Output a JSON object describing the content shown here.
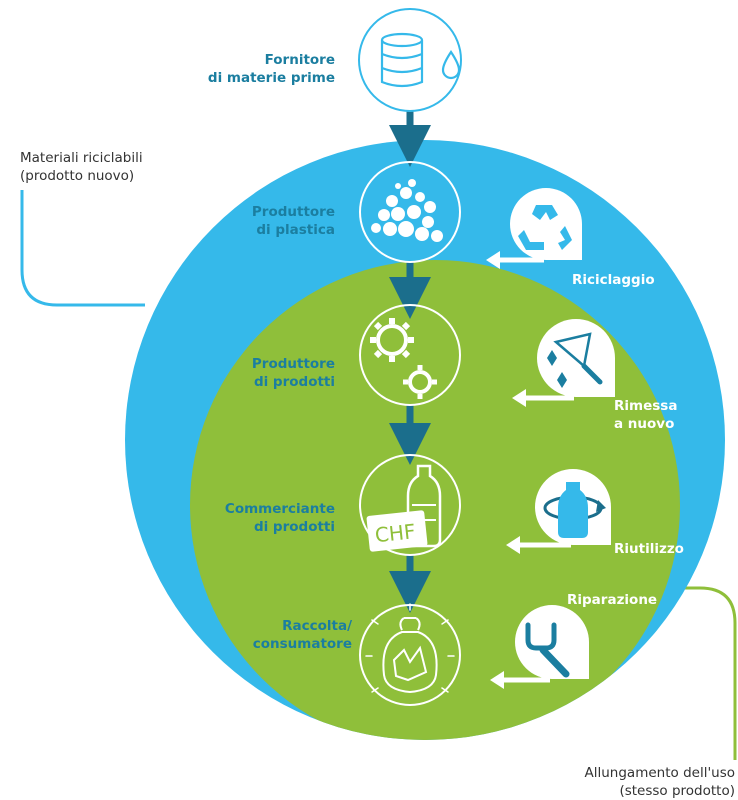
{
  "colors": {
    "outer_loop": "#35b9ea",
    "inner_loop": "#8fbf3a",
    "stage_text": "#1b7ea0",
    "flow_arrow": "#1b6e8c",
    "loop_arrow": "#ffffff"
  },
  "stages": [
    {
      "line1": "Fornitore",
      "line2": "di materie prime",
      "icon": "raw-material-barrel-icon"
    },
    {
      "line1": "Produttore",
      "line2": "di plastica",
      "icon": "plastic-pellets-icon"
    },
    {
      "line1": "Produttore",
      "line2": "di prodotti",
      "icon": "gears-icon"
    },
    {
      "line1": "Commerciante",
      "line2": "di prodotti",
      "icon": "bottle-price-tag-icon"
    },
    {
      "line1": "Raccolta/",
      "line2": "consumatore",
      "icon": "waste-bag-icon"
    }
  ],
  "price_tag": "CHF",
  "loops": [
    {
      "label": "Riciclaggio",
      "label2": "",
      "icon": "recycle-icon"
    },
    {
      "label": "Rimessa",
      "label2": "a nuovo",
      "icon": "trowel-icon"
    },
    {
      "label": "Riutilizzo",
      "label2": "",
      "icon": "bottle-refill-icon"
    },
    {
      "label": "Riparazione",
      "label2": "",
      "icon": "wrench-icon"
    }
  ],
  "side_notes": {
    "left_line1": "Materiali riciclabili",
    "left_line2": "(prodotto nuovo)",
    "right_line1": "Allungamento dell'uso",
    "right_line2": "(stesso prodotto)"
  }
}
